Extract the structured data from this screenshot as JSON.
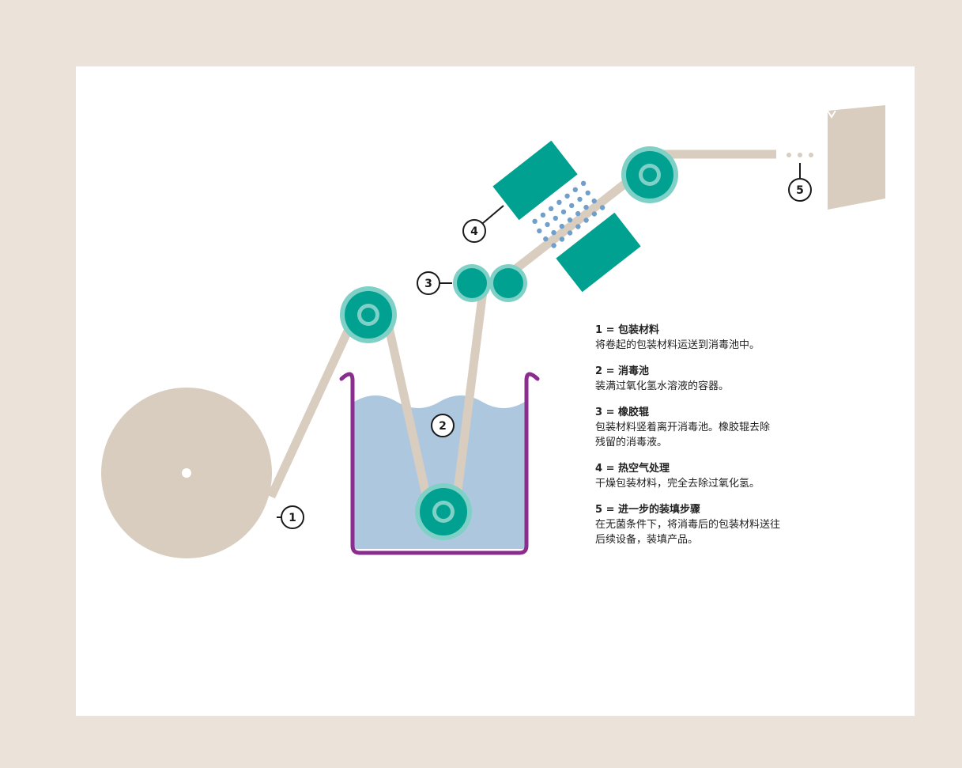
{
  "colors": {
    "outer_background": "#ebe3da",
    "panel_background": "#ffffff",
    "material": "#d8cdbf",
    "roller_dark": "#00a190",
    "roller_light": "#7fd0c6",
    "water": "#adc7df",
    "basin_outline": "#8b2c8f",
    "spray_dot": "#6f9fca",
    "marker_stroke": "#1a1a1a"
  },
  "markers": {
    "m1": "1",
    "m2": "2",
    "m3": "3",
    "m4": "4",
    "m5": "5"
  },
  "legend": [
    {
      "title": "1 = 包装材料",
      "desc": "将卷起的包装材料运送到消毒池中。"
    },
    {
      "title": "2 = 消毒池",
      "desc": "装满过氧化氢水溶液的容器。"
    },
    {
      "title": "3 = 橡胶辊",
      "desc": "包装材料竖着离开消毒池。橡胶辊去除\n残留的消毒液。"
    },
    {
      "title": "4 = 热空气处理",
      "desc": "干燥包装材料，完全去除过氧化氢。"
    },
    {
      "title": "5 = 进一步的装填步骤",
      "desc": "在无菌条件下，将消毒后的包装材料送往\n后续设备，装填产品。"
    }
  ]
}
